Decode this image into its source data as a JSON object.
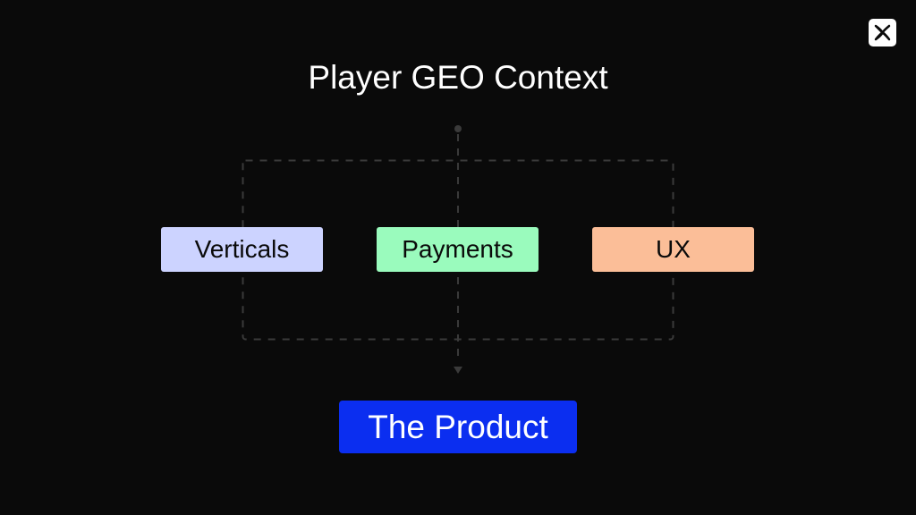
{
  "title": "Player GEO Context",
  "logo_icon": "four-point-star-icon",
  "factors": [
    {
      "label": "Verticals",
      "color": "#ccd3ff"
    },
    {
      "label": "Payments",
      "color": "#9afbbd"
    },
    {
      "label": "UX",
      "color": "#fbbe98"
    }
  ],
  "result": {
    "label": "The Product",
    "color": "#0b2ef0"
  }
}
